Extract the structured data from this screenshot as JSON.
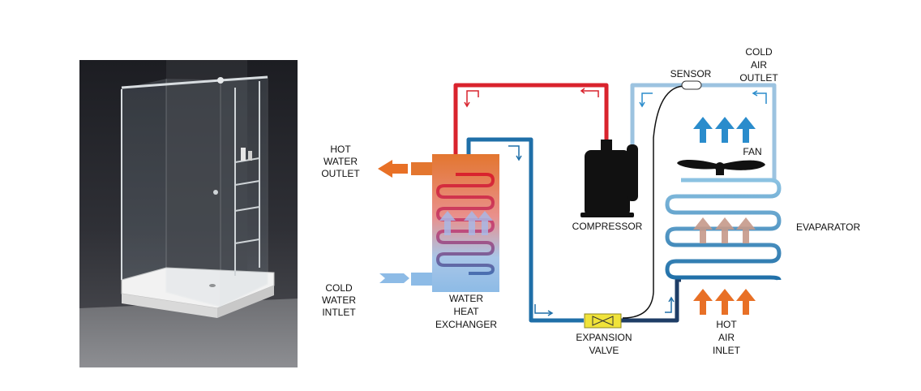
{
  "labels": {
    "hot_water_outlet": [
      "HOT",
      "WATER",
      "OUTLET"
    ],
    "cold_water_intlet": [
      "COLD",
      "WATER",
      "INTLET"
    ],
    "water_heat_exchanger": [
      "WATER",
      "HEAT",
      "EXCHANGER"
    ],
    "expansion_valve": [
      "EXPANSION",
      "VALVE"
    ],
    "compressor": "COMPRESSOR",
    "sensor": "SENSOR",
    "cold_air_outlet": [
      "COLD",
      "AIR",
      "OUTLET"
    ],
    "fan": "FAN",
    "evaparator": "EVAPARATOR",
    "hot_air_inlet": [
      "HOT",
      "AIR",
      "INLET"
    ]
  },
  "colors": {
    "hot_pipe": "#d9232d",
    "cold_pipe": "#1f6fa8",
    "return_pipe": "#9cc3e0",
    "dark_pipe": "#1e3d66",
    "hot_arrow": "#e87026",
    "cold_arrow": "#2a8ccc",
    "valve": "#f0e33a",
    "compressor": "#111111"
  },
  "photo": {
    "subject": "glass-shower-enclosure",
    "background": "#2a2b30"
  }
}
